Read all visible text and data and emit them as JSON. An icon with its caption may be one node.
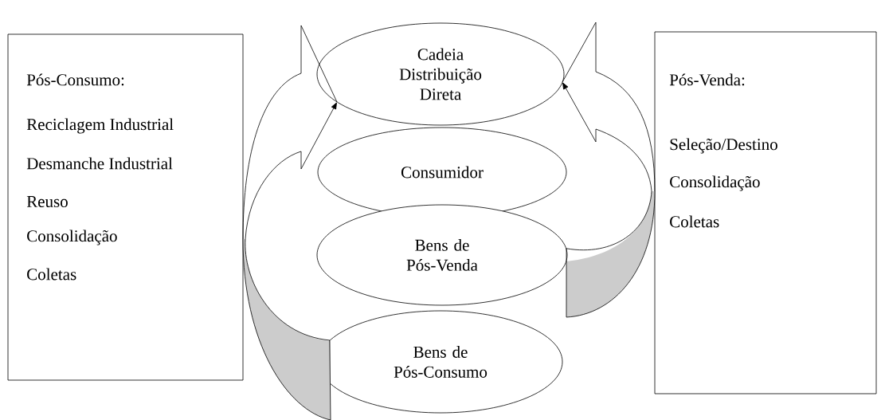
{
  "diagram": {
    "nodes": [
      {
        "text": [
          "Pós-Consumo:",
          "Reciclagem Industrial",
          "Desmanche Industrial",
          "Reuso",
          "Consolidação",
          "Coletas"
        ]
      },
      {
        "text": [
          "Cadeia Distribuição Direta"
        ]
      },
      {
        "text": [
          "Pós-Venda:",
          "Seleção/Destino",
          "Consolidação",
          "Coletas"
        ]
      },
      {
        "text": [
          "Consumidor"
        ]
      },
      {
        "text": [
          "Bens de Pós-Venda"
        ]
      },
      {
        "text": [
          "Bens de Pós-Consumo"
        ]
      }
    ],
    "edges": [
      {
        "from": 5,
        "to": 1,
        "arrow": "to"
      },
      {
        "from": 4,
        "to": 1,
        "arrow": "to"
      }
    ]
  }
}
